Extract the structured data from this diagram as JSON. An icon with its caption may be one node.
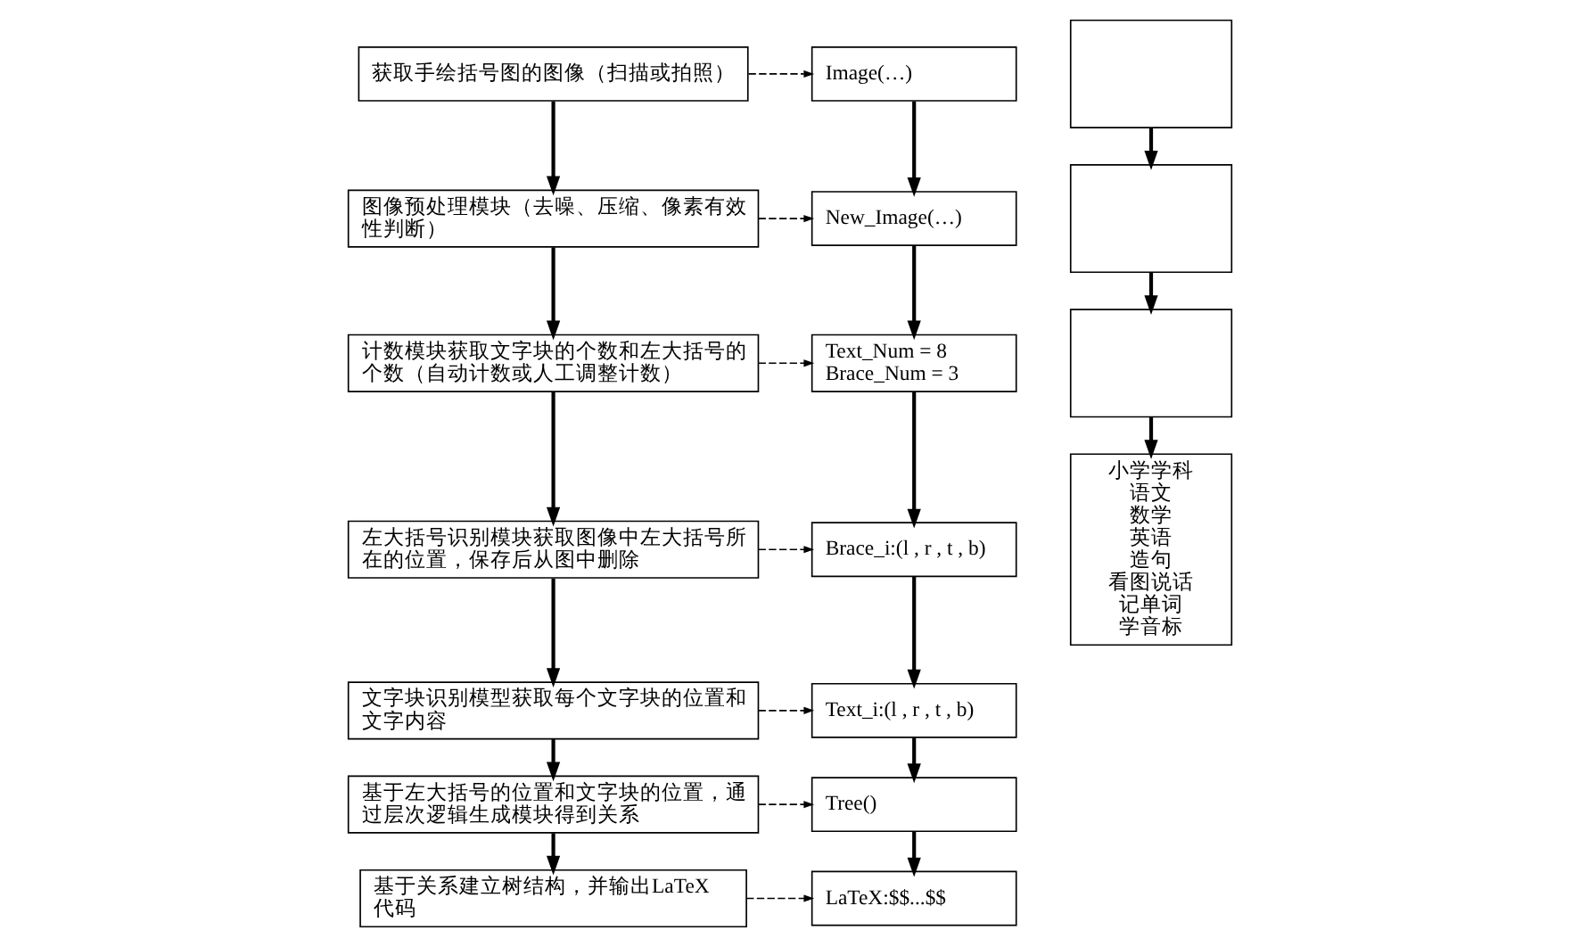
{
  "diagram": {
    "nodes": [
      {
        "text": [
          "获取手绘括号图的图像（扫描或拍照）"
        ]
      },
      {
        "text": [
          "图像预处理模块（去噪、压缩、像素有效性判断）"
        ]
      },
      {
        "text": [
          "计数模块获取文字块的个数和左大括号的个数（自动计数或人工调整计数）"
        ]
      },
      {
        "text": [
          "左大括号识别模块获取图像中左大括号所在的位置，保存后从图中删除"
        ]
      },
      {
        "text": [
          "文字块识别模型获取每个文字块的位置和文字内容"
        ]
      },
      {
        "text": [
          "基于左大括号的位置和文字块的位置，通过层次逻辑生成模块得到关系"
        ]
      },
      {
        "text": [
          "基于关系建立树结构，并输出LaTeX代码"
        ]
      },
      {
        "text": [
          "Image(…)"
        ]
      },
      {
        "text": [
          "New_Image(…)"
        ]
      },
      {
        "text": [
          "Text_Num = 8",
          "Brace_Num = 3"
        ]
      },
      {
        "text": [
          "Brace_i:(l , r , t , b)"
        ]
      },
      {
        "text": [
          "Text_i:(l , r , t , b)"
        ]
      },
      {
        "text": [
          "Tree()"
        ]
      },
      {
        "text": [
          "LaTeX:$$...$$"
        ]
      },
      {
        "text": [],
        "shape": "box"
      },
      {
        "text": [],
        "shape": "box"
      },
      {
        "text": [],
        "shape": "box"
      },
      {
        "text": [
          "小学学科",
          "语文",
          "数学",
          "英语",
          "造句",
          "看图说话",
          "记单词",
          "学音标"
        ]
      }
    ],
    "edges": [
      {
        "from": 0,
        "to": 1,
        "arrow": "to"
      },
      {
        "from": 1,
        "to": 2,
        "arrow": "to"
      },
      {
        "from": 2,
        "to": 3,
        "arrow": "to"
      },
      {
        "from": 3,
        "to": 4,
        "arrow": "to"
      },
      {
        "from": 4,
        "to": 5,
        "arrow": "to"
      },
      {
        "from": 5,
        "to": 6,
        "arrow": "to"
      },
      {
        "from": 0,
        "to": 7,
        "arrow": "to",
        "style": "dashed"
      },
      {
        "from": 1,
        "to": 8,
        "arrow": "to",
        "style": "dashed"
      },
      {
        "from": 2,
        "to": 9,
        "arrow": "to",
        "style": "dashed"
      },
      {
        "from": 3,
        "to": 10,
        "arrow": "to",
        "style": "dashed"
      },
      {
        "from": 4,
        "to": 11,
        "arrow": "to",
        "style": "dashed"
      },
      {
        "from": 5,
        "to": 12,
        "arrow": "to",
        "style": "dashed"
      },
      {
        "from": 6,
        "to": 13,
        "arrow": "to",
        "style": "dashed"
      },
      {
        "from": 7,
        "to": 8,
        "arrow": "to"
      },
      {
        "from": 8,
        "to": 9,
        "arrow": "to"
      },
      {
        "from": 9,
        "to": 10,
        "arrow": "to"
      },
      {
        "from": 10,
        "to": 11,
        "arrow": "to"
      },
      {
        "from": 11,
        "to": 12,
        "arrow": "to"
      },
      {
        "from": 12,
        "to": 13,
        "arrow": "to"
      },
      {
        "from": 14,
        "to": 15,
        "arrow": "to"
      },
      {
        "from": 15,
        "to": 16,
        "arrow": "to"
      },
      {
        "from": 16,
        "to": 17,
        "arrow": "to"
      }
    ]
  }
}
